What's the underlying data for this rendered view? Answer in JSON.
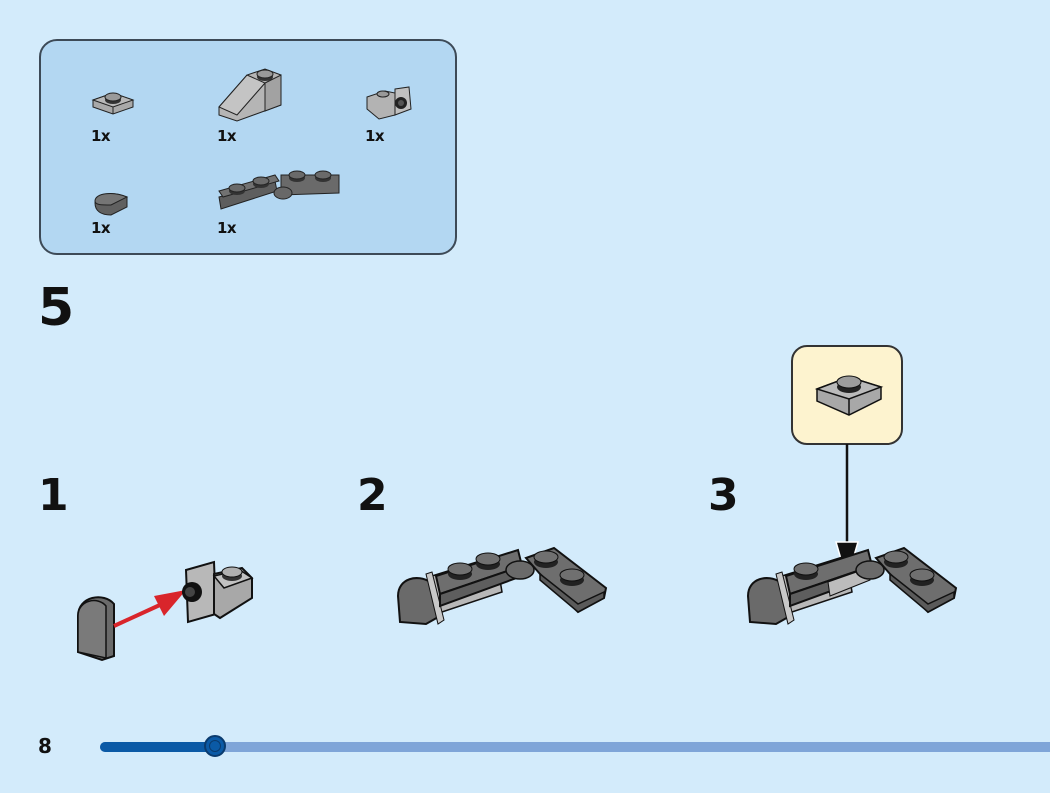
{
  "parts_list": {
    "items": [
      {
        "name": "plate 1x1 light gray",
        "quantity": "1x"
      },
      {
        "name": "slope 1x2 light gray",
        "quantity": "1x"
      },
      {
        "name": "bracket 1x1 with round hole light gray",
        "quantity": "1x"
      },
      {
        "name": "tile round half dark gray",
        "quantity": "1x"
      },
      {
        "name": "hinge plate 1x4 dark gray",
        "quantity": "1x"
      }
    ]
  },
  "step": {
    "number": "5",
    "substeps": [
      {
        "number": "1",
        "action": "Attach half-round tile to bracket"
      },
      {
        "number": "2",
        "action": "Assembly with hinge plate"
      },
      {
        "number": "3",
        "action": "Add 1x1 plate"
      }
    ],
    "callout_part": "plate 1x1 light gray"
  },
  "footer": {
    "page_number": "8",
    "progress_percent": 12
  },
  "colors": {
    "background": "#d3ebfb",
    "parts_box": "#b3d7f2",
    "callout": "#fdf3cf",
    "progress_fill": "#0b5aa6",
    "progress_track": "#7fa5d8",
    "arrow_red": "#d9252b",
    "light_gray_brick": "#a5a5a5",
    "dark_gray_brick": "#6b6b6b"
  }
}
